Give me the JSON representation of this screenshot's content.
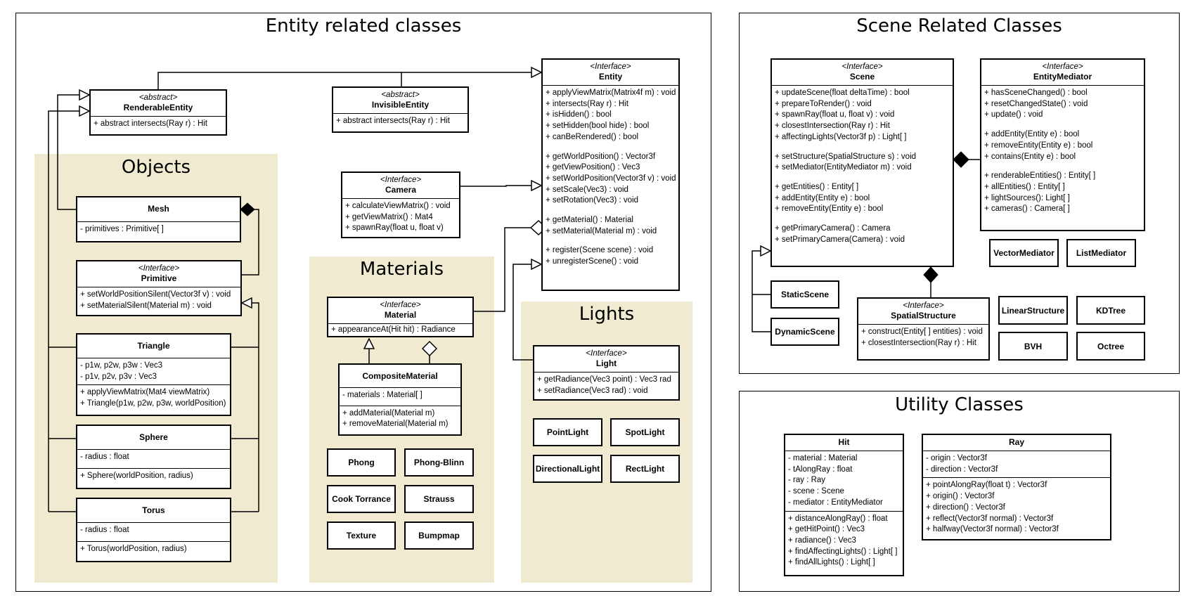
{
  "sections": {
    "entity": "Entity related classes",
    "scene": "Scene Related Classes",
    "utility": "Utility Classes"
  },
  "packages": {
    "objects": "Objects",
    "materials": "Materials",
    "lights": "Lights"
  },
  "classes": {
    "renderable_entity": {
      "stereotype": "<abstract>",
      "name": "RenderableEntity",
      "methods": [
        "+ abstract intersects(Ray r) : Hit"
      ]
    },
    "invisible_entity": {
      "stereotype": "<abstract>",
      "name": "InvisibleEntity",
      "methods": [
        "+ abstract intersects(Ray r) : Hit"
      ]
    },
    "entity": {
      "stereotype": "<Interface>",
      "name": "Entity",
      "methods": [
        "+ applyViewMatrix(Matrix4f m) : void",
        "+ intersects(Ray r) : Hit",
        "+ isHidden() : bool",
        "+ setHidden(bool hide) : bool",
        "+ canBeRendered() : bool",
        "",
        "+ getWorldPosition() : Vector3f",
        "+ getViewPosition() : Vec3",
        "+ setWorldPosition(Vector3f v) : void",
        "+ setScale(Vec3) : void",
        "+ setRotation(Vec3) : void",
        "",
        "+ getMaterial() : Material",
        "+ setMaterial(Material m) : void",
        "",
        "+ register(Scene scene) : void",
        "+ unregisterScene() : void"
      ]
    },
    "camera": {
      "stereotype": "<Interface>",
      "name": "Camera",
      "methods": [
        "+ calculateViewMatrix() : void",
        "+ getViewMatrix() : Mat4",
        "+ spawnRay(float u, float v)"
      ]
    },
    "mesh": {
      "name": "Mesh",
      "fields": [
        "- primitives : Primitive[ ]"
      ]
    },
    "primitive": {
      "stereotype": "<Interface>",
      "name": "Primitive",
      "methods": [
        "+ setWorldPositionSilent(Vector3f v) : void",
        "+ setMaterialSilent(Material m) : void"
      ]
    },
    "triangle": {
      "name": "Triangle",
      "fields": [
        "- p1w, p2w, p3w : Vec3",
        "- p1v, p2v, p3v : Vec3"
      ],
      "methods": [
        "+ applyViewMatrix(Mat4 viewMatrix)",
        "+ Triangle(p1w, p2w, p3w, worldPosition)"
      ]
    },
    "sphere": {
      "name": "Sphere",
      "fields": [
        "- radius : float"
      ],
      "methods": [
        "+ Sphere(worldPosition, radius)"
      ]
    },
    "torus": {
      "name": "Torus",
      "fields": [
        "- radius : float"
      ],
      "methods": [
        "+ Torus(worldPosition, radius)"
      ]
    },
    "material": {
      "stereotype": "<Interface>",
      "name": "Material",
      "methods": [
        "+ appearanceAt(Hit hit) : Radiance"
      ]
    },
    "composite_material": {
      "name": "CompositeMaterial",
      "fields": [
        "- materials : Material[ ]"
      ],
      "methods": [
        "+ addMaterial(Material m)",
        "+ removeMaterial(Material m)"
      ]
    },
    "light": {
      "stereotype": "<Interface>",
      "name": "Light",
      "methods": [
        "+ getRadiance(Vec3 point) : Vec3 rad",
        "+ setRadiance(Vec3 rad) : void"
      ]
    },
    "scene": {
      "stereotype": "<Interface>",
      "name": "Scene",
      "methods": [
        "+ updateScene(float deltaTime) : bool",
        "+ prepareToRender() : void",
        "+ spawnRay(float u, float v) : void",
        "+ closestIntersection(Ray r) : Hit",
        "+ affectingLights(Vector3f p) : Light[ ]",
        "",
        "+ setStructure(SpatialStructure s) : void",
        "+ setMediator(EntityMediator m) : void",
        "",
        "+ getEntities() : Entity[ ]",
        "+ addEntity(Entity e) : bool",
        "+ removeEntity(Entity e) : bool",
        "",
        "+ getPrimaryCamera() : Camera",
        "+ setPrimaryCamera(Camera) : void"
      ]
    },
    "entity_mediator": {
      "stereotype": "<Interface>",
      "name": "EntityMediator",
      "methods": [
        "+ hasSceneChanged() : bool",
        "+ resetChangedState() : void",
        "+ update() : void",
        "",
        "+ addEntity(Entity e) : bool",
        "+ removeEntity(Entity e) : bool",
        "+ contains(Entity e) : bool",
        "",
        "+ renderableEntities() : Entity[ ]",
        "+ allEntities() : Entity[ ]",
        "+ lightSources(): Light[ ]",
        "+ cameras() : Camera[ ]"
      ]
    },
    "spatial_structure": {
      "stereotype": "<Interface>",
      "name": "SpatialStructure",
      "methods": [
        "+ construct(Entity[ ] entities) : void",
        "+ closestIntersection(Ray r) : Hit"
      ]
    },
    "hit": {
      "name": "Hit",
      "fields": [
        "- material : Material",
        "- tAlongRay : float",
        "- ray : Ray",
        "- scene : Scene",
        "- mediator : EntityMediator"
      ],
      "methods": [
        "+ distanceAlongRay() : float",
        "+ getHitPoint() : Vec3",
        "+ radiance() : Vec3",
        "+ findAffectingLights() : Light[ ]",
        "+ findAllLights() : Light[ ]"
      ]
    },
    "ray": {
      "name": "Ray",
      "fields": [
        "- origin : Vector3f",
        "- direction : Vector3f"
      ],
      "methods": [
        "+ pointAlongRay(float t) : Vector3f",
        "+ origin() : Vector3f",
        "+ direction() : Vector3f",
        "+ reflect(Vector3f normal) : Vector3f",
        "+ halfway(Vector3f normal) : Vector3f"
      ]
    }
  },
  "simple_classes": {
    "phong": "Phong",
    "phong_blinn": "Phong-Blinn",
    "cook_torrance": "Cook Torrance",
    "strauss": "Strauss",
    "texture": "Texture",
    "bumpmap": "Bumpmap",
    "point_light": "PointLight",
    "spot_light": "SpotLight",
    "directional_light": "DirectionalLight",
    "rect_light": "RectLight",
    "vector_mediator": "VectorMediator",
    "list_mediator": "ListMediator",
    "static_scene": "StaticScene",
    "dynamic_scene": "DynamicScene",
    "linear_structure": "LinearStructure",
    "kdtree": "KDTree",
    "bvh": "BVH",
    "octree": "Octree"
  }
}
